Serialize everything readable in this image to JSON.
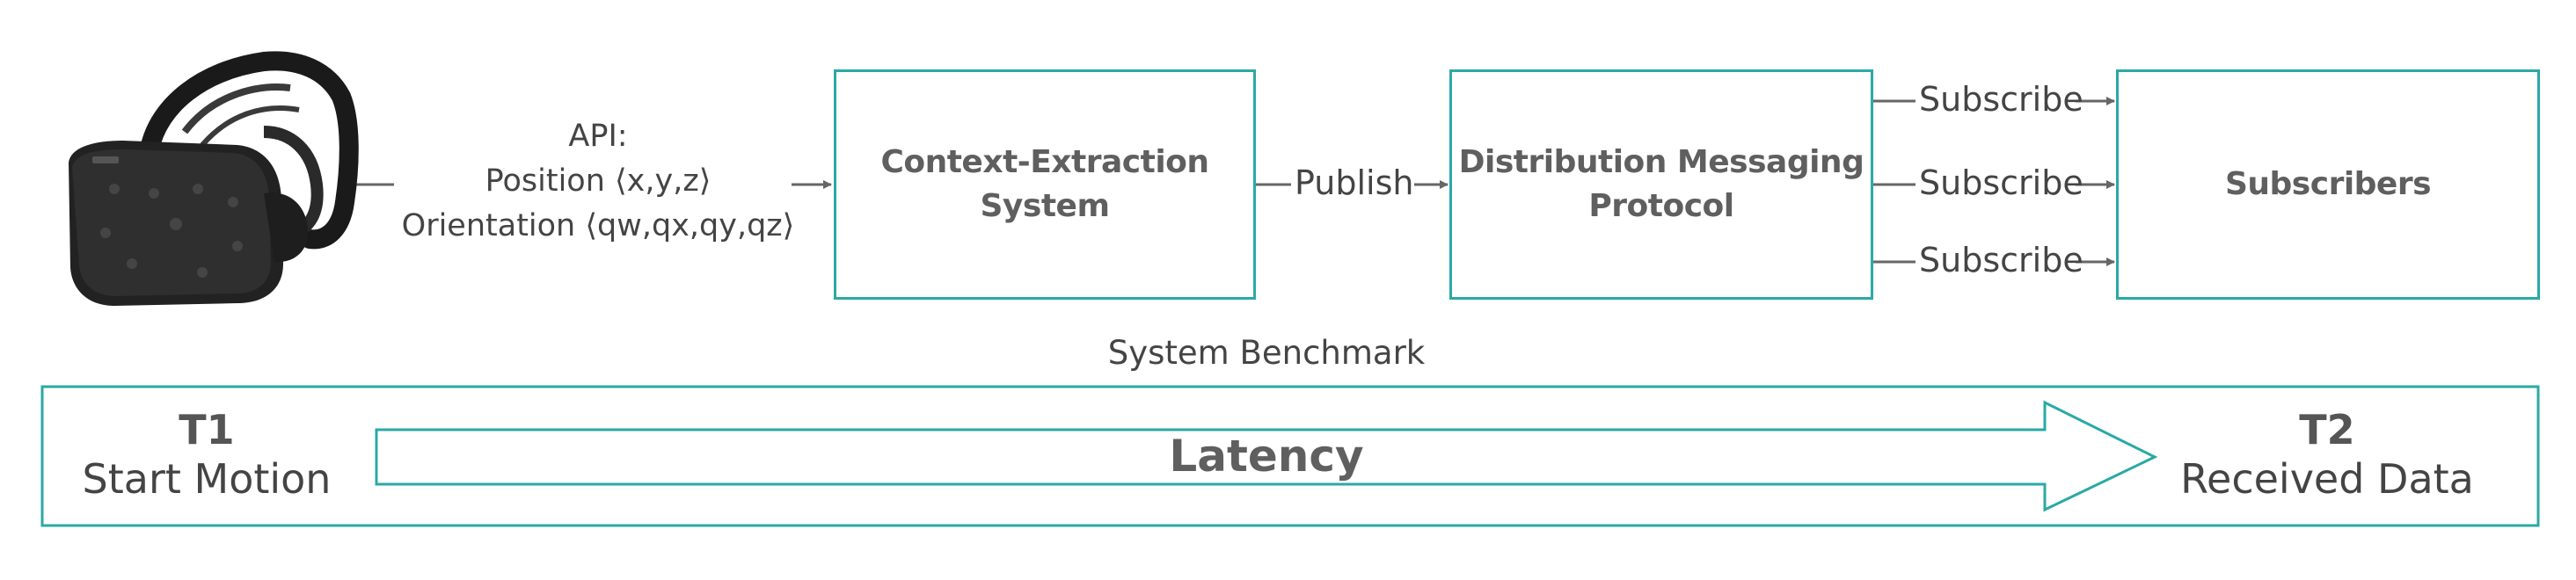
{
  "api": {
    "title": "API:",
    "position": "Position ⟨x,y,z⟩",
    "orientation": "Orientation ⟨qw,qx,qy,qz⟩"
  },
  "headset": {
    "icon": "vr-headset-icon"
  },
  "boxes": {
    "context_extraction": {
      "line1": "Context-Extraction",
      "line2": "System"
    },
    "distribution": {
      "line1": "Distribution Messaging",
      "line2": "Protocol"
    },
    "subscribers": {
      "label": "Subscribers"
    }
  },
  "arrows": {
    "publish": "Publish",
    "subscribe": [
      "Subscribe",
      "Subscribe",
      "Subscribe"
    ]
  },
  "benchmark": {
    "title": "System Benchmark",
    "t1": {
      "label": "T1",
      "caption": "Start Motion"
    },
    "t2": {
      "label": "T2",
      "caption": "Received Data"
    },
    "latency": "Latency"
  },
  "colors": {
    "accent": "#2aa9a6",
    "arrow": "#666666",
    "text": "#444444"
  }
}
